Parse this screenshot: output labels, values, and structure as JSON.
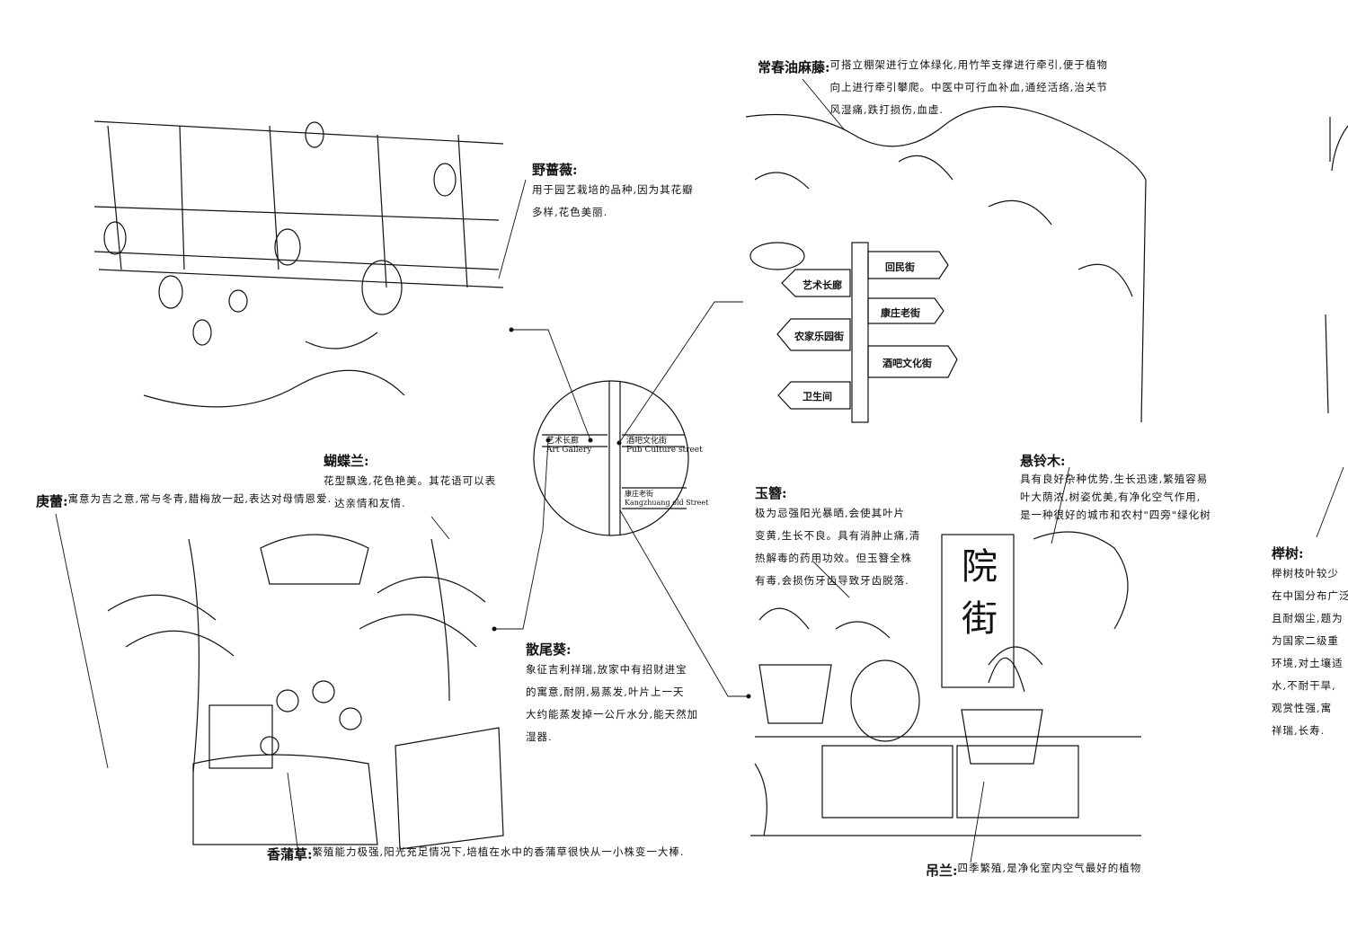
{
  "annotations": {
    "rosa": {
      "title": "野蔷薇:",
      "lines": [
        "用于园艺栽培的品种,因为其花瓣",
        "多样,花色美丽."
      ]
    },
    "mucuna": {
      "title": "常春油麻藤:",
      "lines": [
        "可搭立棚架进行立体绿化,用竹竿支撑进行牵引,便于植物",
        "向上进行牵引攀爬。中医中可行血补血,通经活络,治关节",
        "风湿痛,跌打损伤,血虚."
      ]
    },
    "orchid": {
      "title": "蝴蝶兰:",
      "lines": [
        "花型飘逸,花色艳美。其花语可以表",
        "达亲情和友情."
      ]
    },
    "lily": {
      "title": "庚蕾:",
      "lines": [
        "寓意为吉之意,常与冬青,腊梅放一起,表达对母情恩爱."
      ]
    },
    "palm": {
      "title": "散尾葵:",
      "lines": [
        "象征吉利祥瑞,放家中有招财进宝",
        "的寓意,耐阴,易蒸发,叶片上一天",
        "大约能蒸发掉一公斤水分,能天然加",
        "湿器."
      ]
    },
    "cattail": {
      "title": "香蒲草:",
      "lines": [
        "繁殖能力极强,阳光充足情况下,培植在水中的香蒲草很快从一小株变一大棒."
      ]
    },
    "hosta": {
      "title": "玉簪:",
      "lines": [
        "极为忌强阳光暴晒,会使其叶片",
        "变黄,生长不良。具有消肿止痛,清",
        "热解毒的药用功效。但玉簪全株",
        "有毒,会损伤牙齿导致牙齿脱落."
      ]
    },
    "plane": {
      "title": "悬铃木:",
      "lines": [
        "具有良好杂种优势,生长迅速,繁殖容易",
        "叶大荫浓,树姿优美,有净化空气作用,",
        "是一种很好的城市和农村\"四旁\"绿化树"
      ]
    },
    "spider": {
      "title": "吊兰:",
      "lines": [
        "四季繁殖,是净化室内空气最好的植物"
      ]
    },
    "zelkova": {
      "title": "榉树:",
      "lines": [
        "榉树枝叶较少",
        "在中国分布广泛,",
        "且耐烟尘,题为",
        "为国家二级重",
        "环境,对土壤适",
        "水,不耐干旱,",
        "观赏性强,寓",
        "祥瑞,长寿."
      ]
    }
  },
  "signpost": [
    "回民街",
    "艺术长廊",
    "康庄老街",
    "农家乐园街",
    "酒吧文化街",
    "卫生间"
  ],
  "courtyard_sign": "院街",
  "map_circle": {
    "labels": [
      {
        "cn": "艺术长廊",
        "en": "Art Gallery"
      },
      {
        "cn": "酒吧文化街",
        "en": "Pub Culture street"
      },
      {
        "cn": "康庄老街",
        "en": "Kangzhuang old Street"
      }
    ]
  }
}
